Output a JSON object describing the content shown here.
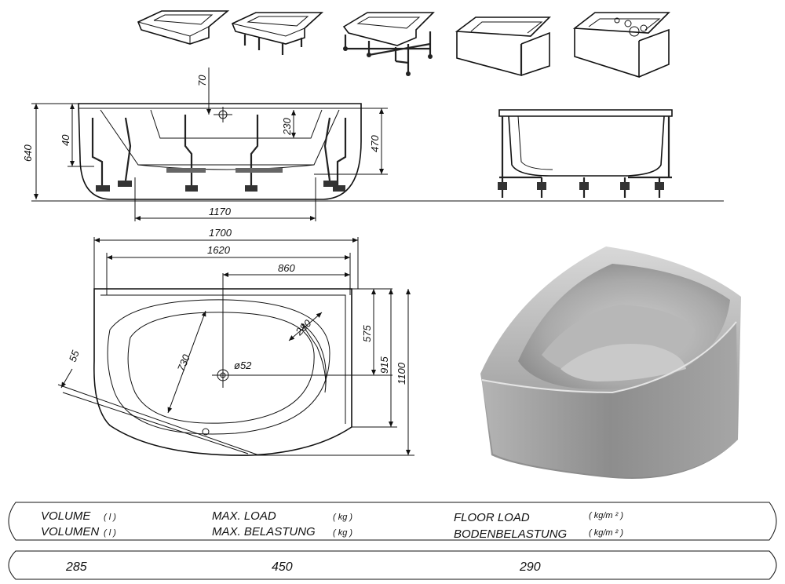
{
  "dimensions": {
    "d70": "70",
    "d640": "640",
    "d40": "40",
    "d230": "230",
    "d470": "470",
    "d1170": "1170",
    "d1700": "1700",
    "d1620": "1620",
    "d860": "860",
    "d280": "280",
    "d575": "575",
    "d915": "915",
    "d1100": "1100",
    "d730": "730",
    "d52": "ø52",
    "d55": "55"
  },
  "specs": {
    "volume_en": "VOLUME",
    "volume_de": "VOLUMEN",
    "volume_unit": "( l )",
    "load_en": "MAX. LOAD",
    "load_de": "MAX. BELASTUNG",
    "load_unit": "( kg )",
    "floor_en": "FLOOR LOAD",
    "floor_de": "BODENBELASTUNG",
    "floor_unit": "( kg/m ² )",
    "volume_value": "285",
    "load_value": "450",
    "floor_value": "290"
  }
}
